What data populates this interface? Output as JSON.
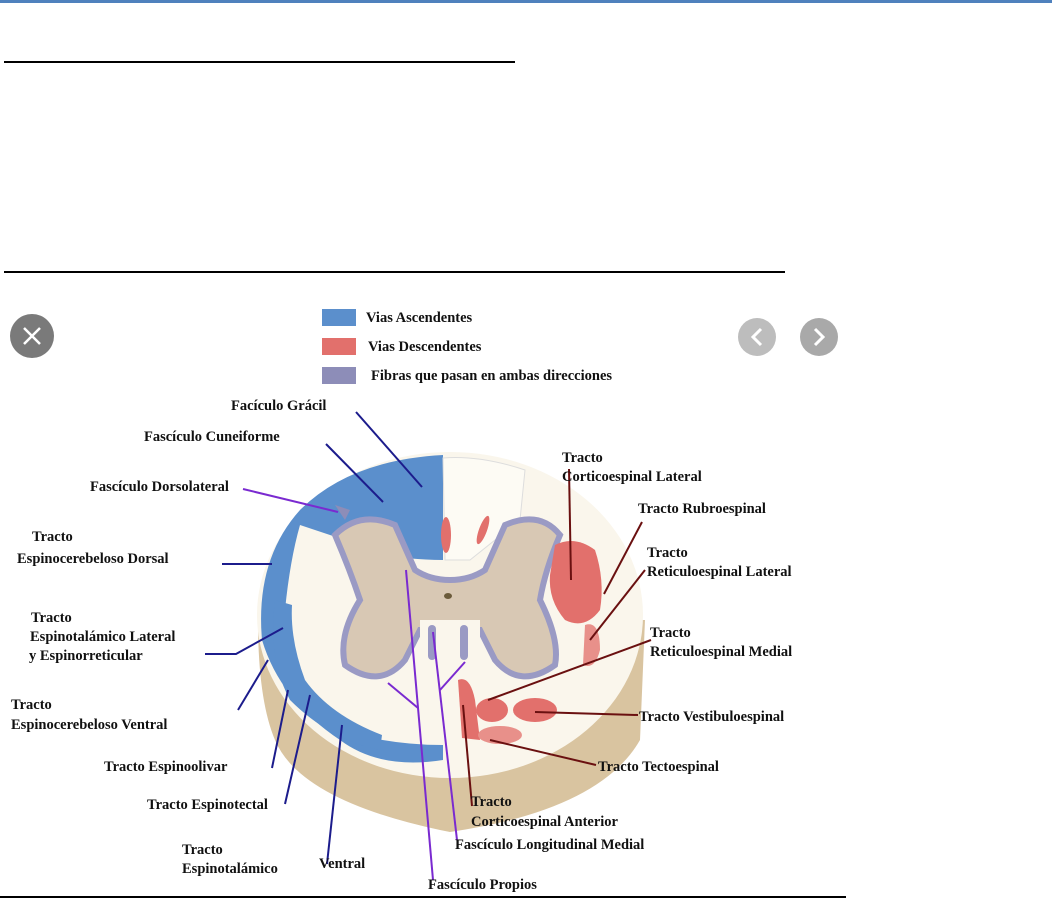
{
  "colors": {
    "accent_bar": "#4f81bd",
    "ascending": "#5b8fcc",
    "descending": "#e2706c",
    "both_directions": "#8d8db8"
  },
  "viewer": {
    "close_icon": "close-icon",
    "prev_icon": "chevron-left-icon",
    "next_icon": "chevron-right-icon"
  },
  "legend": [
    {
      "label": "Vias Ascendentes"
    },
    {
      "label": "Vias Descendentes"
    },
    {
      "label": "Fibras que pasan en ambas direcciones"
    }
  ],
  "labels": [
    {
      "lines": [
        "Facículo Grácil"
      ]
    },
    {
      "lines": [
        "Fascículo Cuneiforme"
      ]
    },
    {
      "lines": [
        "Fascículo Dorsolateral"
      ]
    },
    {
      "lines": [
        "Tracto",
        "Espinocerebeloso Dorsal"
      ]
    },
    {
      "lines": [
        "Tracto",
        "Espinotalámico Lateral",
        "y Espinorreticular"
      ]
    },
    {
      "lines": [
        "Tracto",
        "Espinocerebeloso Ventral"
      ]
    },
    {
      "lines": [
        "Tracto Espinoolivar"
      ]
    },
    {
      "lines": [
        "Tracto Espinotectal"
      ]
    },
    {
      "lines": [
        "Tracto",
        "Espinotalámico",
        "Ventral"
      ]
    },
    {
      "lines": [
        "Fascículo Propios"
      ]
    },
    {
      "lines": [
        "Fascículo Longitudinal Medial"
      ]
    },
    {
      "lines": [
        "Tracto",
        "Corticoespinal Anterior"
      ]
    },
    {
      "lines": [
        "Tracto Tectoespinal"
      ]
    },
    {
      "lines": [
        "Tracto Vestibuloespinal"
      ]
    },
    {
      "lines": [
        "Tracto",
        "Reticuloespinal Medial"
      ]
    },
    {
      "lines": [
        "Tracto",
        "Reticuloespinal Lateral"
      ]
    },
    {
      "lines": [
        "Tracto Rubroespinal"
      ]
    },
    {
      "lines": [
        "Tracto",
        "Corticoespinal Lateral"
      ]
    }
  ]
}
